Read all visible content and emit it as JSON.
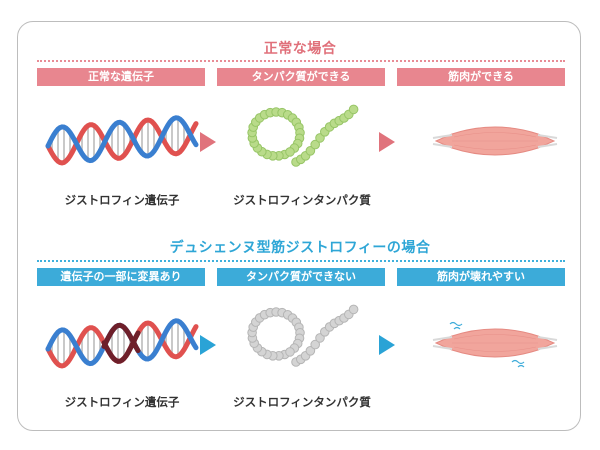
{
  "normal": {
    "title": "正常な場合",
    "labels": [
      "正常な遺伝子",
      "タンパク質ができる",
      "筋肉ができる"
    ],
    "captions": [
      "ジストロフィン遺伝子",
      "ジストロフィンタンパク質"
    ]
  },
  "duchenne": {
    "title": "デュシェンヌ型筋ジストロフィーの場合",
    "labels": [
      "遺伝子の一部に変異あり",
      "タンパク質ができない",
      "筋肉が壊れやすい"
    ],
    "captions": [
      "ジストロフィン遺伝子",
      "ジストロフィンタンパク質"
    ]
  },
  "colors": {
    "normal_accent": "#e8868f",
    "duchenne_accent": "#3cabd9",
    "dna_red": "#e0514f",
    "dna_blue": "#3a7fd0",
    "dna_mutation": "#6e1f2a",
    "protein_green": "#b9db8a",
    "protein_gray": "#d4d4d4",
    "muscle": "#f1a59c"
  }
}
